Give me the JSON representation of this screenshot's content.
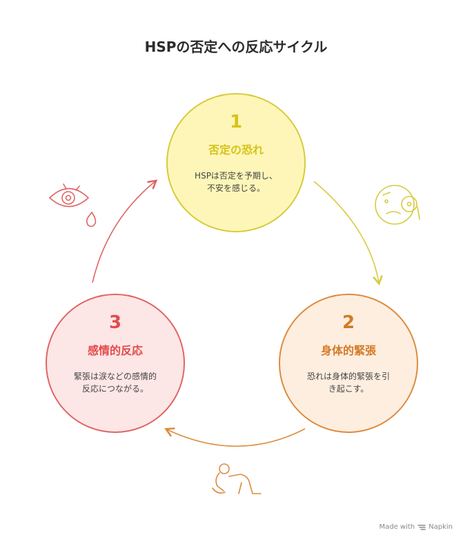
{
  "title": "HSPの否定への反応サイクル",
  "nodes": [
    {
      "num": "1",
      "title": "否定の恐れ",
      "desc_line1": "HSPは否定を予期し、",
      "desc_line2": "不安を感じる。",
      "color": "#d8c21a",
      "fill": "#fdf6b8",
      "stroke": "#d6cb3c"
    },
    {
      "num": "2",
      "title": "身体的緊張",
      "desc_line1": "恐れは身体的緊張を引",
      "desc_line2": "き起こす。",
      "color": "#d47a26",
      "fill": "#fdeee0",
      "stroke": "#dd8a3c"
    },
    {
      "num": "3",
      "title": "感情的反応",
      "desc_line1": "緊張は涙などの感情的",
      "desc_line2": "反応につながる。",
      "color": "#e34b4b",
      "fill": "#fde6e6",
      "stroke": "#e06464"
    }
  ],
  "icons": [
    "crying-eye-icon",
    "worried-face-icon",
    "crouching-person-icon",
    "napkin-logo-icon"
  ],
  "footer": {
    "made_with": "Made with",
    "brand": "Napkin"
  }
}
